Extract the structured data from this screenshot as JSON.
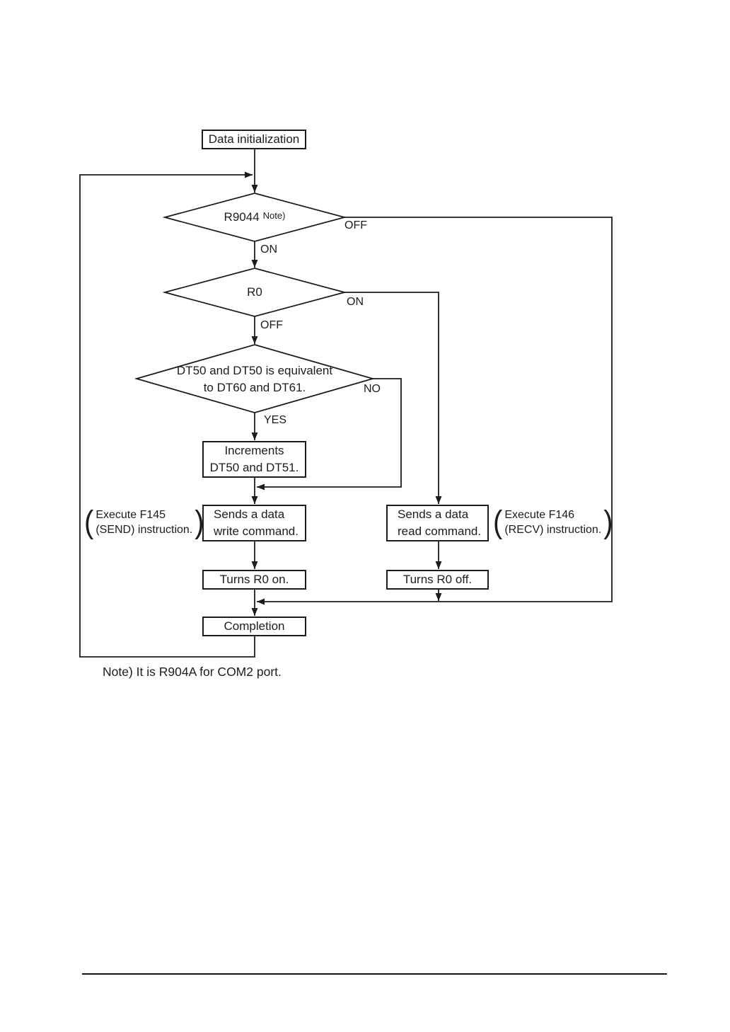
{
  "diagram": {
    "start_box": "Data initialization",
    "decisions": {
      "r9044": {
        "label": "R9044",
        "sup": "Note)",
        "on": "ON",
        "off": "OFF"
      },
      "r0": {
        "label": "R0",
        "on": "ON",
        "off": "OFF"
      },
      "dt_compare": {
        "line1": "DT50 and DT50 is equivalent",
        "line2": "to DT60 and DT61.",
        "yes": "YES",
        "no": "NO"
      }
    },
    "processes": {
      "increments": {
        "line1": "Increments",
        "line2": "DT50 and DT51."
      },
      "send_write": {
        "line1": "Sends a data",
        "line2": "write command."
      },
      "send_read": {
        "line1": "Sends a data",
        "line2": "read command."
      },
      "turns_r0_on": "Turns R0 on.",
      "turns_r0_off": "Turns R0 off.",
      "completion": "Completion"
    },
    "annotations": {
      "open_paren": "(",
      "close_paren": ")",
      "send": {
        "line1": "Execute F145",
        "line2": "(SEND) instruction."
      },
      "recv": {
        "line1": "Execute F146",
        "line2": "(RECV) instruction."
      }
    },
    "note": "Note) It is R904A for COM2 port.",
    "colors": {
      "line": "#1c1c1c",
      "background": "#ffffff"
    }
  }
}
